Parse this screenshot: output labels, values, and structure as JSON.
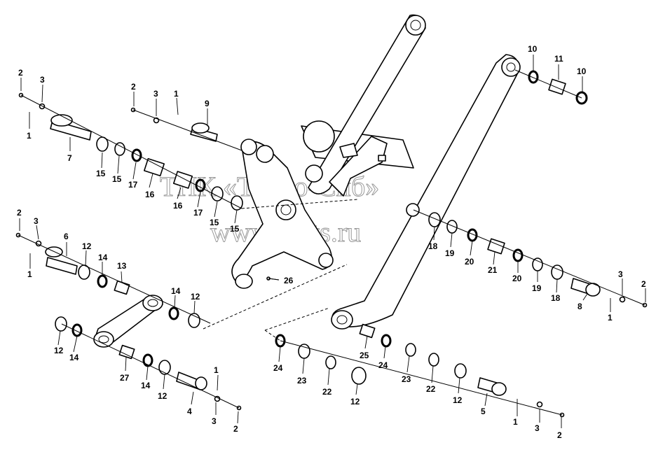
{
  "watermark": {
    "line1": "ТПК «Техно-Сиб»",
    "line2": "www.tpkts.ru"
  },
  "callouts": [
    {
      "id": "c2a",
      "text": "2"
    },
    {
      "id": "c3a",
      "text": "3"
    },
    {
      "id": "c1a",
      "text": "1"
    },
    {
      "id": "c7",
      "text": "7"
    },
    {
      "id": "c15a",
      "text": "15"
    },
    {
      "id": "c15b",
      "text": "15"
    },
    {
      "id": "c17a",
      "text": "17"
    },
    {
      "id": "c16a",
      "text": "16"
    },
    {
      "id": "c2b",
      "text": "2"
    },
    {
      "id": "c3b",
      "text": "3"
    },
    {
      "id": "c1b",
      "text": "1"
    },
    {
      "id": "c9",
      "text": "9"
    },
    {
      "id": "c16b",
      "text": "16"
    },
    {
      "id": "c17b",
      "text": "17"
    },
    {
      "id": "c15c",
      "text": "15"
    },
    {
      "id": "c15d",
      "text": "15"
    },
    {
      "id": "c10a",
      "text": "10"
    },
    {
      "id": "c11",
      "text": "11"
    },
    {
      "id": "c10b",
      "text": "10"
    },
    {
      "id": "c2c",
      "text": "2"
    },
    {
      "id": "c3c",
      "text": "3"
    },
    {
      "id": "c6",
      "text": "6"
    },
    {
      "id": "c12a",
      "text": "12"
    },
    {
      "id": "c14a",
      "text": "14"
    },
    {
      "id": "c13",
      "text": "13"
    },
    {
      "id": "c1c",
      "text": "1"
    },
    {
      "id": "c14b",
      "text": "14"
    },
    {
      "id": "c12b",
      "text": "12"
    },
    {
      "id": "c26",
      "text": "26"
    },
    {
      "id": "c18a",
      "text": "18"
    },
    {
      "id": "c19a",
      "text": "19"
    },
    {
      "id": "c20a",
      "text": "20"
    },
    {
      "id": "c21",
      "text": "21"
    },
    {
      "id": "c20b",
      "text": "20"
    },
    {
      "id": "c19b",
      "text": "19"
    },
    {
      "id": "c18b",
      "text": "18"
    },
    {
      "id": "c8",
      "text": "8"
    },
    {
      "id": "c3d",
      "text": "3"
    },
    {
      "id": "c2d",
      "text": "2"
    },
    {
      "id": "c1d",
      "text": "1"
    },
    {
      "id": "c12c",
      "text": "12"
    },
    {
      "id": "c14c",
      "text": "14"
    },
    {
      "id": "c27",
      "text": "27"
    },
    {
      "id": "c14d",
      "text": "14"
    },
    {
      "id": "c12d",
      "text": "12"
    },
    {
      "id": "c1e",
      "text": "1"
    },
    {
      "id": "c4",
      "text": "4"
    },
    {
      "id": "c3e",
      "text": "3"
    },
    {
      "id": "c2e",
      "text": "2"
    },
    {
      "id": "c24a",
      "text": "24"
    },
    {
      "id": "c23a",
      "text": "23"
    },
    {
      "id": "c22a",
      "text": "22"
    },
    {
      "id": "c12e",
      "text": "12"
    },
    {
      "id": "c25",
      "text": "25"
    },
    {
      "id": "c24b",
      "text": "24"
    },
    {
      "id": "c23b",
      "text": "23"
    },
    {
      "id": "c22b",
      "text": "22"
    },
    {
      "id": "c12f",
      "text": "12"
    },
    {
      "id": "c5",
      "text": "5"
    },
    {
      "id": "c1f",
      "text": "1"
    },
    {
      "id": "c3f",
      "text": "3"
    },
    {
      "id": "c2f",
      "text": "2"
    }
  ]
}
